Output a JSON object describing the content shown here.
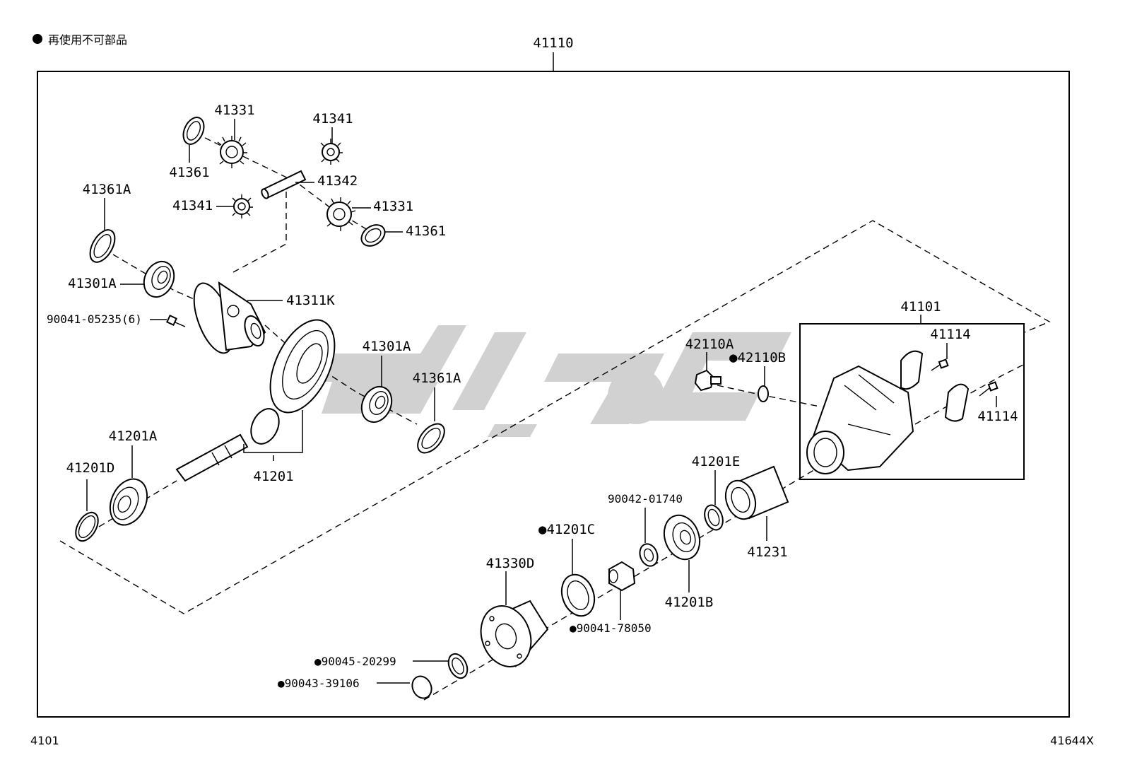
{
  "legend": {
    "marker": "●",
    "text": "再使用不可部品"
  },
  "assembly_number": "41110",
  "footer": {
    "left": "4101",
    "right": "41644X"
  },
  "parts": [
    {
      "id": "41331_top",
      "label": "41331"
    },
    {
      "id": "41341_top",
      "label": "41341"
    },
    {
      "id": "41361_top",
      "label": "41361"
    },
    {
      "id": "41342",
      "label": "41342"
    },
    {
      "id": "41361A_top",
      "label": "41361A"
    },
    {
      "id": "41341_left",
      "label": "41341"
    },
    {
      "id": "41331_right",
      "label": "41331"
    },
    {
      "id": "41361_right",
      "label": "41361"
    },
    {
      "id": "41301A_left",
      "label": "41301A"
    },
    {
      "id": "41311K",
      "label": "41311K"
    },
    {
      "id": "90041-05235",
      "label": "90041-05235(6)"
    },
    {
      "id": "41301A_right",
      "label": "41301A"
    },
    {
      "id": "41361A_right",
      "label": "41361A"
    },
    {
      "id": "41201A",
      "label": "41201A"
    },
    {
      "id": "41201D",
      "label": "41201D"
    },
    {
      "id": "41201",
      "label": "41201"
    },
    {
      "id": "41101",
      "label": "41101"
    },
    {
      "id": "41114_top",
      "label": "41114"
    },
    {
      "id": "41114_bottom",
      "label": "41114"
    },
    {
      "id": "42110A",
      "label": "42110A"
    },
    {
      "id": "42110B",
      "label": "●42110B"
    },
    {
      "id": "41201E",
      "label": "41201E"
    },
    {
      "id": "90042-01740",
      "label": "90042-01740"
    },
    {
      "id": "41231",
      "label": "41231"
    },
    {
      "id": "41201C",
      "label": "●41201C"
    },
    {
      "id": "41201B",
      "label": "41201B"
    },
    {
      "id": "41330D",
      "label": "41330D"
    },
    {
      "id": "90041-78050",
      "label": "●90041-78050"
    },
    {
      "id": "90045-20299",
      "label": "●90045-20299"
    },
    {
      "id": "90043-39106",
      "label": "●90043-39106"
    }
  ]
}
